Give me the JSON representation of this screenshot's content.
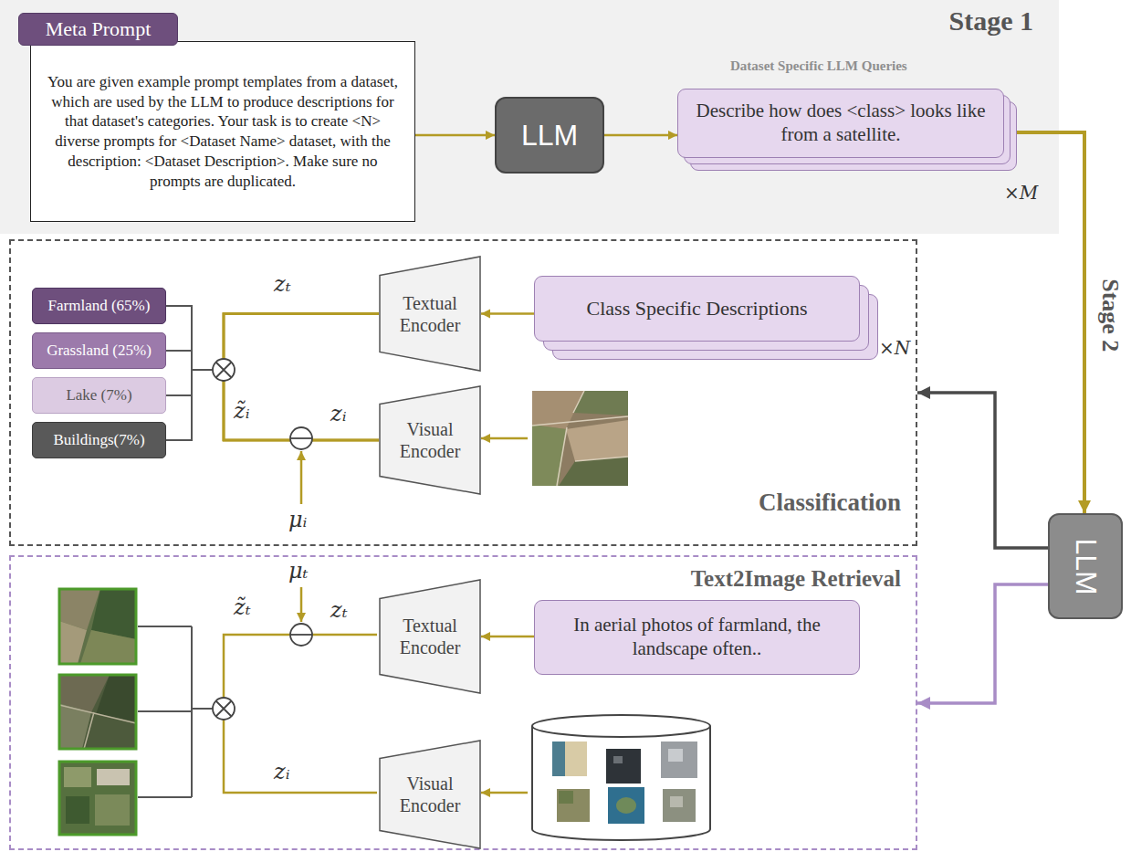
{
  "diagram": {
    "nodes": [
      {
        "text": [
          "Stage 1"
        ]
      },
      {
        "text": [
          "Meta Prompt"
        ],
        "in": 0
      },
      {
        "text": [
          "You are given example prompt templates from a dataset, which are used by the LLM to produce descriptions for that dataset's categories. Your task is to create <N> diverse prompts for <Dataset Name> dataset, with the description: <Dataset Description>. Make sure no prompts are duplicated."
        ],
        "in": 0
      },
      {
        "text": [
          "LLM"
        ],
        "in": 0
      },
      {
        "text": [
          "Describe how does <class> looks like from a satellite."
        ],
        "in": 0
      },
      {
        "text": [
          "Classification"
        ]
      },
      {
        "text": [
          "Farmland (65%)"
        ],
        "in": 5
      },
      {
        "text": [
          "Grassland (25%)"
        ],
        "in": 5
      },
      {
        "text": [
          "Lake (7%)"
        ],
        "in": 5
      },
      {
        "text": [
          "Buildings(7%)"
        ],
        "in": 5
      },
      {
        "text": [
          "Textual Encoder"
        ],
        "in": 5
      },
      {
        "text": [
          "Visual Encoder"
        ],
        "in": 5
      },
      {
        "text": [
          "Class Specific Descriptions"
        ],
        "in": 5
      },
      {
        "text": [
          "Text2Image Retrieval"
        ]
      },
      {
        "text": [
          "Textual Encoder"
        ],
        "in": 13
      },
      {
        "text": [
          "Visual Encoder"
        ],
        "in": 13
      },
      {
        "text": [
          "In aerial photos of farmland, the landscape often.."
        ],
        "in": 13
      },
      {
        "text": [
          "LLM"
        ]
      }
    ],
    "edges": [
      {
        "from": 2,
        "to": 3,
        "arrow": "to"
      },
      {
        "from": 3,
        "to": 4,
        "arrow": "to"
      },
      {
        "from": 4,
        "to": 17,
        "label": "Stage 2",
        "arrow": "to"
      },
      {
        "from": 17,
        "to": 5,
        "arrow": "to"
      },
      {
        "from": 17,
        "to": 13,
        "arrow": "to"
      },
      {
        "from": 12,
        "to": 10,
        "arrow": "to"
      },
      {
        "from": 10,
        "to": 6,
        "arrow": "none"
      },
      {
        "from": 10,
        "to": 7,
        "arrow": "none"
      },
      {
        "from": 10,
        "to": 8,
        "arrow": "none"
      },
      {
        "from": 10,
        "to": 9,
        "arrow": "none"
      },
      {
        "from": 11,
        "to": 6,
        "arrow": "none"
      },
      {
        "from": 11,
        "to": 7,
        "arrow": "none"
      },
      {
        "from": 11,
        "to": 8,
        "arrow": "none"
      },
      {
        "from": 11,
        "to": 9,
        "arrow": "none"
      },
      {
        "from": 16,
        "to": 14,
        "arrow": "to"
      }
    ],
    "labels": [
      "Dataset Specific LLM Queries",
      "×M",
      "zₜ",
      "z̃ᵢ",
      "zᵢ",
      "μᵢ",
      "×N",
      "z̃ₜ",
      "zₜ",
      "μₜ",
      "zᵢ"
    ]
  }
}
